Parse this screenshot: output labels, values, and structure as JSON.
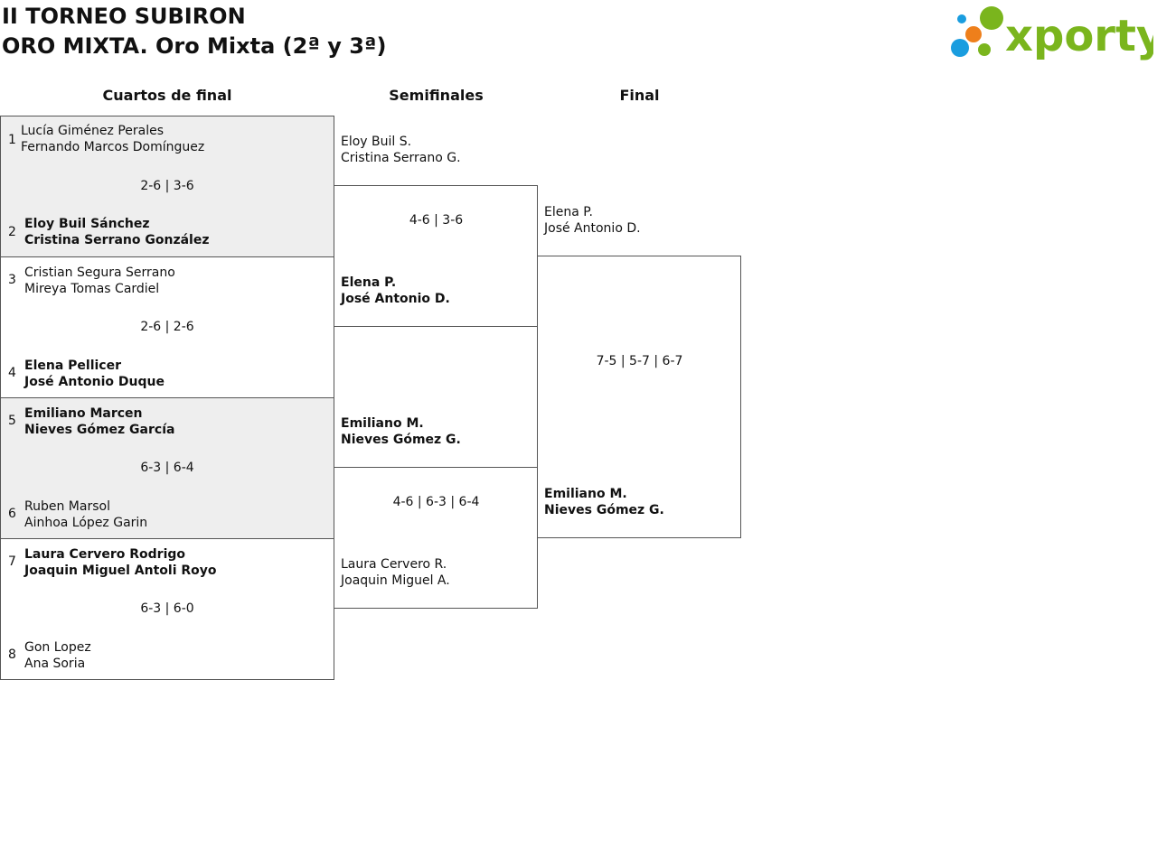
{
  "header": {
    "tournament": "II TORNEO SUBIRON",
    "category": "ORO MIXTA. Oro Mixta (2ª y 3ª)",
    "logo_text": "xporty",
    "logo_colors": {
      "green": "#7ab51d",
      "orange": "#ee7f1b",
      "blue": "#1a9ddf"
    }
  },
  "rounds": [
    "Cuartos de final",
    "Semifinales",
    "Final"
  ],
  "quarterfinals": [
    {
      "score": "2-6 | 3-6",
      "top": {
        "seed": "1",
        "players": [
          "Lucía Giménez Perales",
          "Fernando Marcos Domínguez"
        ]
      },
      "bottom": {
        "seed": "2",
        "players": [
          "Eloy Buil Sánchez",
          "Cristina Serrano González"
        ]
      }
    },
    {
      "score": "2-6 | 2-6",
      "top": {
        "seed": "3",
        "players": [
          "Cristian Segura Serrano",
          "Mireya Tomas Cardiel"
        ]
      },
      "bottom": {
        "seed": "4",
        "players": [
          "Elena Pellicer",
          "José Antonio Duque"
        ]
      }
    },
    {
      "score": "6-3 | 6-4",
      "top": {
        "seed": "5",
        "players": [
          "Emiliano Marcen",
          "Nieves Gómez García"
        ]
      },
      "bottom": {
        "seed": "6",
        "players": [
          "Ruben Marsol",
          "Ainhoa López Garin"
        ]
      }
    },
    {
      "score": "6-3 | 6-0",
      "top": {
        "seed": "7",
        "players": [
          "Laura Cervero Rodrigo",
          "Joaquin Miguel Antoli Royo"
        ]
      },
      "bottom": {
        "seed": "8",
        "players": [
          "Gon Lopez",
          "Ana Soria"
        ]
      }
    }
  ],
  "semifinals": [
    {
      "score": "4-6 | 3-6",
      "top": {
        "players": [
          "Eloy Buil S.",
          "Cristina Serrano G."
        ]
      },
      "bottom": {
        "players": [
          "Elena P.",
          "José Antonio D."
        ]
      }
    },
    {
      "score": "4-6 | 6-3 | 6-4",
      "top": {
        "players": [
          "Emiliano M.",
          "Nieves Gómez G."
        ]
      },
      "bottom": {
        "players": [
          "Laura Cervero R.",
          "Joaquin Miguel A."
        ]
      }
    }
  ],
  "final": {
    "score": "7-5 | 5-7 | 6-7",
    "top": {
      "players": [
        "Elena P.",
        "José Antonio D."
      ]
    },
    "bottom": {
      "players": [
        "Emiliano M.",
        "Nieves Gómez G."
      ]
    }
  }
}
